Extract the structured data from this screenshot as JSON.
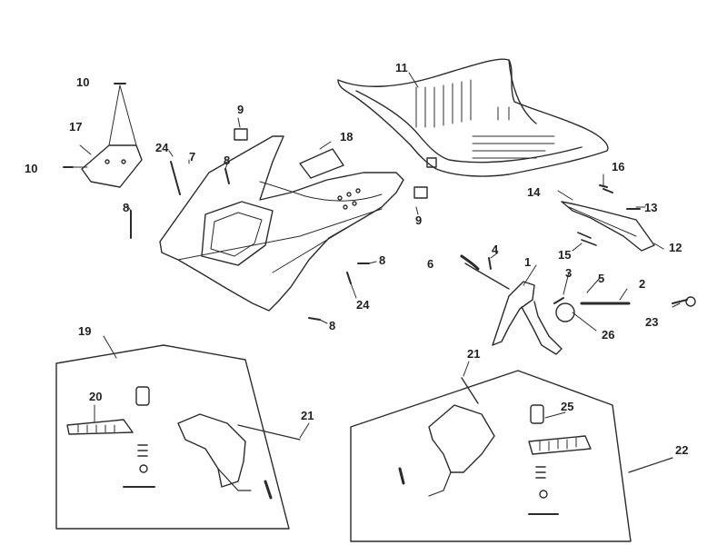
{
  "diagram": {
    "callouts": {
      "c1": "1",
      "c2": "2",
      "c3": "3",
      "c4": "4",
      "c5": "5",
      "c6": "6",
      "c7": "7",
      "c8a": "8",
      "c8b": "8",
      "c8c": "8",
      "c8d": "8",
      "c9a": "9",
      "c9b": "9",
      "c10a": "10",
      "c10b": "10",
      "c11": "11",
      "c12": "12",
      "c13": "13",
      "c14": "14",
      "c15": "15",
      "c16": "16",
      "c17": "17",
      "c18": "18",
      "c19": "19",
      "c20": "20",
      "c21a": "21",
      "c21b": "21",
      "c22": "22",
      "c23": "23",
      "c24a": "24",
      "c24b": "24",
      "c25": "25",
      "c26": "26"
    }
  }
}
